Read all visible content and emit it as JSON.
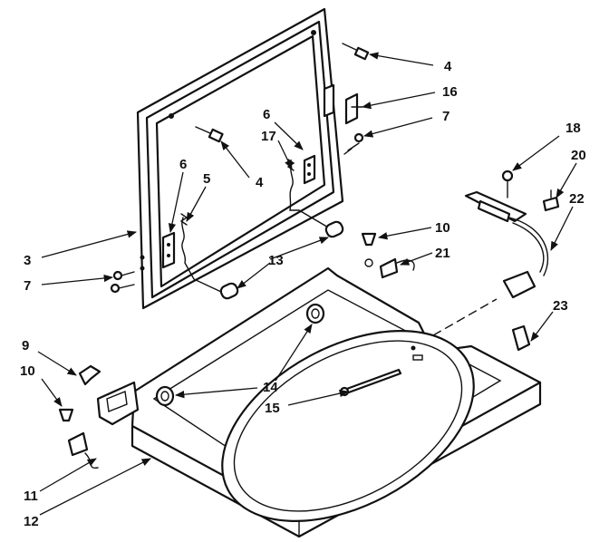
{
  "callouts": [
    {
      "id": "c4a",
      "label": "4"
    },
    {
      "id": "c16",
      "label": "16"
    },
    {
      "id": "c6a",
      "label": "6"
    },
    {
      "id": "c7a",
      "label": "7"
    },
    {
      "id": "c17",
      "label": "17"
    },
    {
      "id": "c18",
      "label": "18"
    },
    {
      "id": "c4b",
      "label": "4"
    },
    {
      "id": "c6b",
      "label": "6"
    },
    {
      "id": "c5",
      "label": "5"
    },
    {
      "id": "c20",
      "label": "20"
    },
    {
      "id": "c22",
      "label": "22"
    },
    {
      "id": "c10a",
      "label": "10"
    },
    {
      "id": "c3",
      "label": "3"
    },
    {
      "id": "c21",
      "label": "21"
    },
    {
      "id": "c13",
      "label": "13"
    },
    {
      "id": "c7b",
      "label": "7"
    },
    {
      "id": "c23",
      "label": "23"
    },
    {
      "id": "c9",
      "label": "9"
    },
    {
      "id": "c10b",
      "label": "10"
    },
    {
      "id": "c14",
      "label": "14"
    },
    {
      "id": "c15",
      "label": "15"
    },
    {
      "id": "c11",
      "label": "11"
    },
    {
      "id": "c12",
      "label": "12"
    }
  ]
}
